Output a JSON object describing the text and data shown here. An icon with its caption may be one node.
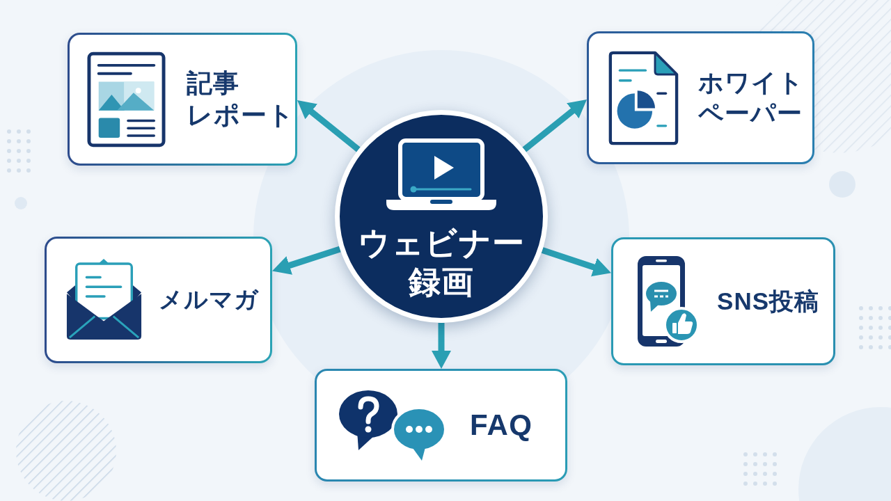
{
  "diagram": {
    "nodes": [
      {
        "text": [
          "ウェビナー録画"
        ]
      },
      {
        "text": [
          "記事レポート"
        ]
      },
      {
        "text": [
          "ホワイトペーパー"
        ]
      },
      {
        "text": [
          "メルマガ"
        ]
      },
      {
        "text": [
          "SNS投稿"
        ]
      },
      {
        "text": [
          "FAQ"
        ]
      }
    ],
    "edges": [
      {
        "from": 0,
        "to": 1,
        "arrow": "to"
      },
      {
        "from": 0,
        "to": 2,
        "arrow": "to"
      },
      {
        "from": 0,
        "to": 3,
        "arrow": "to"
      },
      {
        "from": 0,
        "to": 4,
        "arrow": "to"
      },
      {
        "from": 0,
        "to": 5,
        "arrow": "to"
      }
    ]
  }
}
